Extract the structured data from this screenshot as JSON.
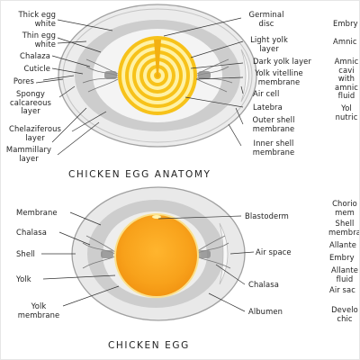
{
  "top": {
    "title": "CHICKEN  EGG ANATOMY",
    "left_labels": [
      "Thick egg\nwhite",
      "Thin egg\nwhite",
      "Chalaza",
      "Cuticle",
      "Pores",
      "Spongy\ncalcareous\nlayer",
      "Chelaziferous\nlayer",
      "Mammillary\nlayer"
    ],
    "right_labels": [
      "Germinal\ndisc",
      "Light yolk\nlayer",
      "Dark yolk layer",
      "Yolk vitelline\nmembrane",
      "Air cell",
      "Latebra",
      "Outer shell\nmembrane",
      "Inner shell\nmembrane"
    ],
    "far_right_labels": [
      "Embry",
      "Amnic",
      "Amnic\ncavi\nwith\namnic\nfluid",
      "Yol\nnutric"
    ]
  },
  "bottom": {
    "title": "CHICKEN  EGG",
    "left_labels": [
      "Membrane",
      "Chalasa",
      "Shell",
      "Yolk",
      "Yolk\nmembrane"
    ],
    "right_labels": [
      "Blastoderm",
      "Air space",
      "Chalasa",
      "Albumen"
    ],
    "far_right_labels": [
      "Chorio\nmem",
      "Shell\nmembra",
      "Allante",
      "Embry",
      "Allante\nfluid",
      "Air sac",
      "Develo\nchic"
    ]
  },
  "colors": {
    "shell": "#e9e9e9",
    "shell_outline": "#9a9a9a",
    "white_outer": "#cfcfcf",
    "white_inner": "#f7f7f7",
    "yolk_light": "#fff2a6",
    "yolk_dark": "#f7c21a",
    "yolk_orange": "#f7a51a",
    "leader": "#333333"
  }
}
